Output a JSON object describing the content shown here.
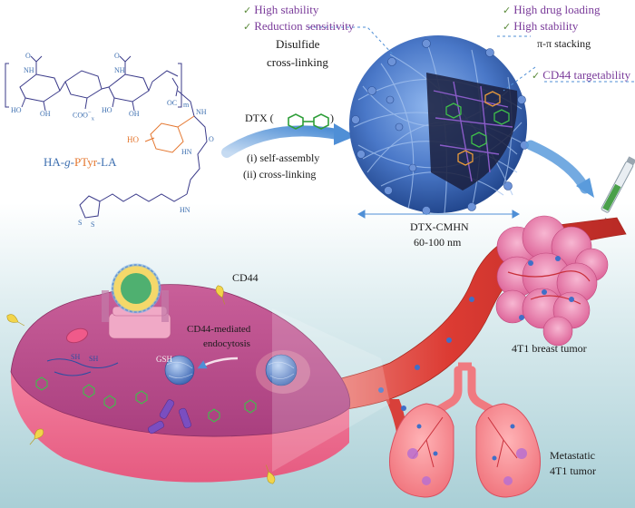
{
  "features_left": [
    {
      "text": "High stability"
    },
    {
      "text": "Reduction sensitivity"
    }
  ],
  "features_right": [
    {
      "text": "High drug loading"
    },
    {
      "text": "High stability"
    }
  ],
  "feature_cd44": "CD44 targetability",
  "disulfide_label_1": "Disulfide",
  "disulfide_label_2": "cross-linking",
  "pi_stacking": "π-π stacking",
  "polymer_name_parts": {
    "a": "HA-",
    "b": "g",
    "c": "-",
    "d": "PTyr",
    "e": "-LA"
  },
  "subscripts": {
    "x": "x",
    "m": "m"
  },
  "chem_labels": {
    "ho1": "HO",
    "ho2": "HO",
    "oh1": "OH",
    "oh2": "OH",
    "coo": "COO",
    "nh1": "NH",
    "nh2": "NH",
    "hn": "HN",
    "ho3": "HO",
    "oc": "OC",
    "o_top": "O",
    "hn_bot": "HN",
    "o_side": "O",
    "s1": "S",
    "s2": "S"
  },
  "drug_label": "DTX",
  "step1": "(i) self-assembly",
  "step2": "(ii) cross-linking",
  "nano_name": "DTX-CMHN",
  "nano_size": "60-100 nm",
  "cd44_label": "CD44",
  "endocytosis_1": "CD44-mediated",
  "endocytosis_2": "endocytosis",
  "gsh_label": "GSH",
  "sh_labels": [
    "SH",
    "SH"
  ],
  "tumor_label": "4T1 breast tumor",
  "metastatic_1": "Metastatic",
  "metastatic_2": "4T1 tumor",
  "colors": {
    "purple": "#7a3b9a",
    "blue_text": "#3d6fb0",
    "nanoparticle": "#4a78c8",
    "vessel": "#d8403a",
    "lung": "#f07a80",
    "cell": "#c0548a",
    "tumor": "#e77aa8"
  }
}
